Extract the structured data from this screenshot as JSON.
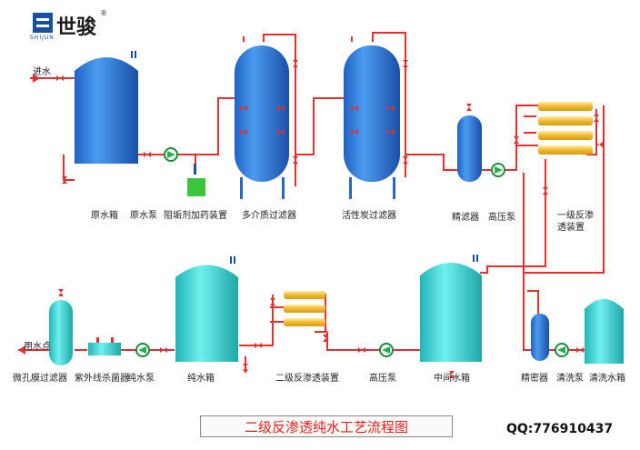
{
  "brand": {
    "name": "世骏",
    "sub": "SHIJUN",
    "reg": "®"
  },
  "labels": {
    "inlet": "进水",
    "raw_tank": "原水箱",
    "raw_pump": "原水泵",
    "antiscalant": "阻垢剂加药装置",
    "media_filter": "多介质过滤器",
    "carbon_filter": "活性炭过滤器",
    "precision_filter_1": "精滤器",
    "hp_pump_1": "高压泵",
    "ro1_line1": "一级反渗",
    "ro1_line2": "透装置",
    "outlet": "用水点",
    "micro_filter": "微孔膜过滤器",
    "uv": "紫外线杀菌器",
    "pure_pump": "纯水泵",
    "pure_tank": "纯水箱",
    "ro2": "二级反渗透装置",
    "hp_pump_2": "高压泵",
    "mid_tank": "中间水箱",
    "precision_filter_2": "精密器",
    "clean_pump": "清洗泵",
    "clean_tank": "清洗水箱"
  },
  "title": "二级反渗透纯水工艺流程图",
  "qq": "QQ:776910437",
  "colors": {
    "pipe": "#e23030",
    "vessel": "#2f7fd6",
    "tank_cyan": "#3ed0d0",
    "pump": "#22b04a",
    "membrane": "#f2c84a",
    "dosing": "#3cc43c"
  }
}
